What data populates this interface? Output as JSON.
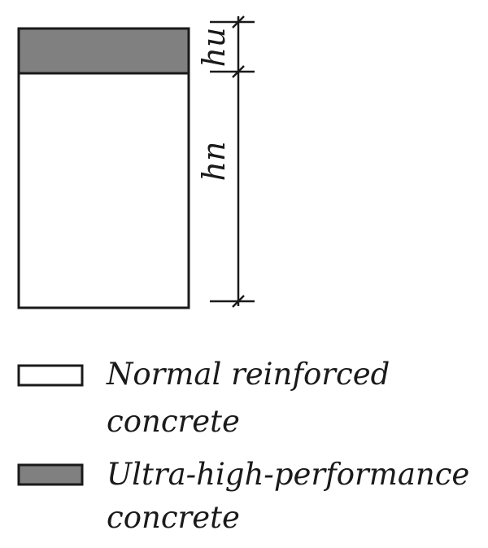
{
  "colors": {
    "background": "#ffffff",
    "stroke": "#1a1a1a",
    "normal_concrete_fill": "#ffffff",
    "uhpc_fill": "#808080"
  },
  "dimensions": {
    "top_layer_label": "hu",
    "bottom_layer_label": "hn"
  },
  "legend": {
    "items": [
      {
        "line1": "Normal reinforced",
        "line2": "concrete",
        "swatch": "normal_concrete_fill"
      },
      {
        "line1": "Ultra-high-performance",
        "line2": "concrete",
        "swatch": "uhpc_fill"
      }
    ]
  }
}
